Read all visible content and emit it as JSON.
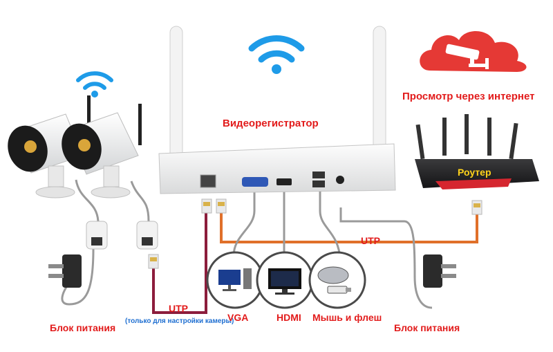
{
  "diagram": {
    "nvr_title": "Видеорегистратор",
    "internet_title": "Просмотр через интернет",
    "router_label": "Роутер",
    "utp_top": "UTP",
    "utp_bottom": "UTP",
    "utp_note": "(только для настройки камеры)",
    "power_left": "Блок питания",
    "power_right": "Блок питания",
    "vga": "VGA",
    "hdmi": "HDMI",
    "mouse_flash": "Мышь и флеш"
  },
  "colors": {
    "label_red": "#e21b1b",
    "label_blue": "#1f6fd1",
    "wifi_blue": "#1e9be8",
    "router_label": "#ffd21a",
    "cable_orange": "#e0702a",
    "cable_maroon": "#8c1d3c",
    "cable_gray": "#9a9a9a",
    "cloud_red": "#e53935"
  },
  "icons": [
    "wifi-icon",
    "cloud-icon",
    "cctv-camera-icon",
    "rj45-plug-icon",
    "power-adapter-icon",
    "monitor-icon",
    "mouse-icon",
    "usb-flash-icon",
    "router-icon"
  ]
}
